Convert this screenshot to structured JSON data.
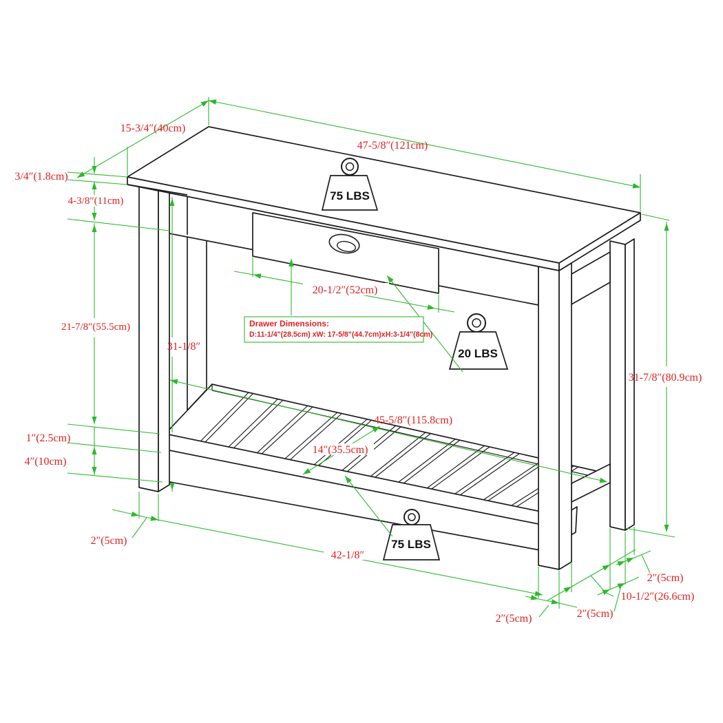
{
  "title": "console-table-dimension-diagram",
  "colors": {
    "drawing_line": "#1c1c1c",
    "dimension_line": "#2db82d",
    "dimension_text": "#dd2222",
    "background": "#ffffff"
  },
  "dimensions": {
    "top_depth": "15-3/4″(40cm)",
    "top_length": "47-5/8″(121cm)",
    "top_thickness": "3/4″(1.8cm)",
    "apron_height": "4-3/8″(11cm)",
    "apron_to_shelf": "21-7/8″(55.5cm)",
    "height_under_top": "31-1/8″",
    "total_height": "31-7/8″(80.9cm)",
    "drawer_front_width": "20-1/2″(52cm)",
    "shelf_length": "45-5/8″(115.8cm)",
    "shelf_depth": "14″(35.5cm)",
    "slat_thickness": "1″(2.5cm)",
    "shelf_rail_height": "4″(10cm)",
    "left_leg_width": "2″(5cm)",
    "front_right_leg_width": "2″(5cm)",
    "back_right_leg_width": "2″(5cm)",
    "back_right_leg_depth": "2″(5cm)",
    "shelf_span": "42-1/8″",
    "leg_gap_depth": "10-1/2″(26.6cm)"
  },
  "weights": {
    "top_capacity": "75 LBS",
    "drawer_capacity": "20 LBS",
    "shelf_capacity": "75 LBS"
  },
  "drawer_box": {
    "title": "Drawer Dimensions:",
    "detail": "D:11-1/4\"(28.5cm) xW: 17-5/8\"(44.7cm)xH:3-1/4\"(8cm)"
  }
}
